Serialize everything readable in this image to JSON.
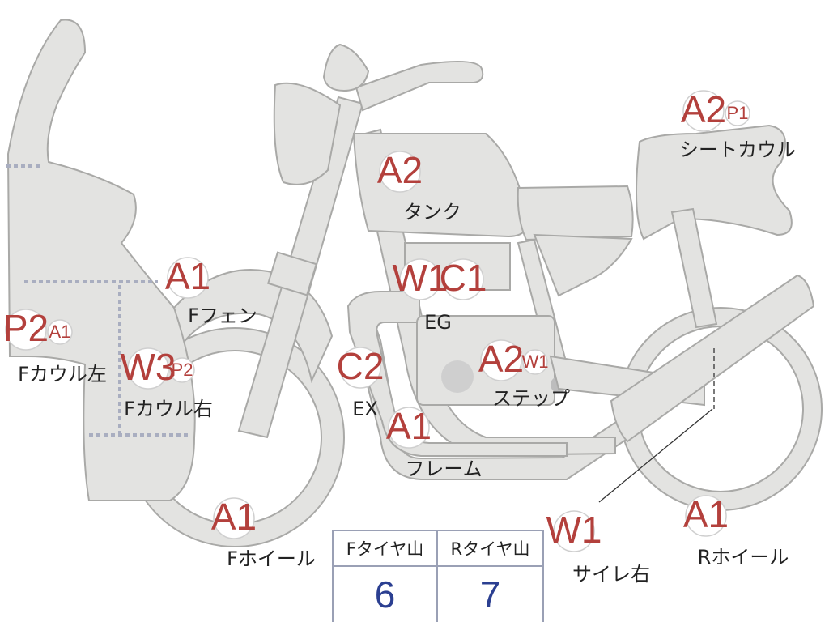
{
  "parts": {
    "f_cowl_left": {
      "grade": "P2",
      "sub": "A1",
      "label": "Fカウル左"
    },
    "f_cowl_right": {
      "grade": "W3",
      "sub": "P2",
      "label": "Fカウル右"
    },
    "f_fender": {
      "grade": "A1",
      "label": "Fフェン"
    },
    "f_wheel": {
      "grade": "A1",
      "label": "Fホイール"
    },
    "ex": {
      "grade": "C2",
      "label": "EX"
    },
    "tank": {
      "grade": "A2",
      "label": "タンク"
    },
    "eg": {
      "grade": "W1",
      "sub_big": "C1",
      "label": "EG"
    },
    "step": {
      "grade": "A2",
      "sub": "W1",
      "label": "ステップ"
    },
    "frame": {
      "grade": "A1",
      "label": "フレーム"
    },
    "seat_cowl": {
      "grade": "A2",
      "sub": "P1",
      "label": "シートカウル"
    },
    "muffler_r": {
      "grade": "W1",
      "label": "サイレ右"
    },
    "r_wheel": {
      "grade": "A1",
      "label": "Rホイール"
    }
  },
  "tread": {
    "front_header": "Fタイヤ山",
    "rear_header": "Rタイヤ山",
    "front_value": "6",
    "rear_value": "7"
  },
  "colors": {
    "grade_text": "#b3403c",
    "tread_value": "#2b3f91",
    "part_fill": "#e3e3e1",
    "part_outline": "#a9a9a7"
  }
}
